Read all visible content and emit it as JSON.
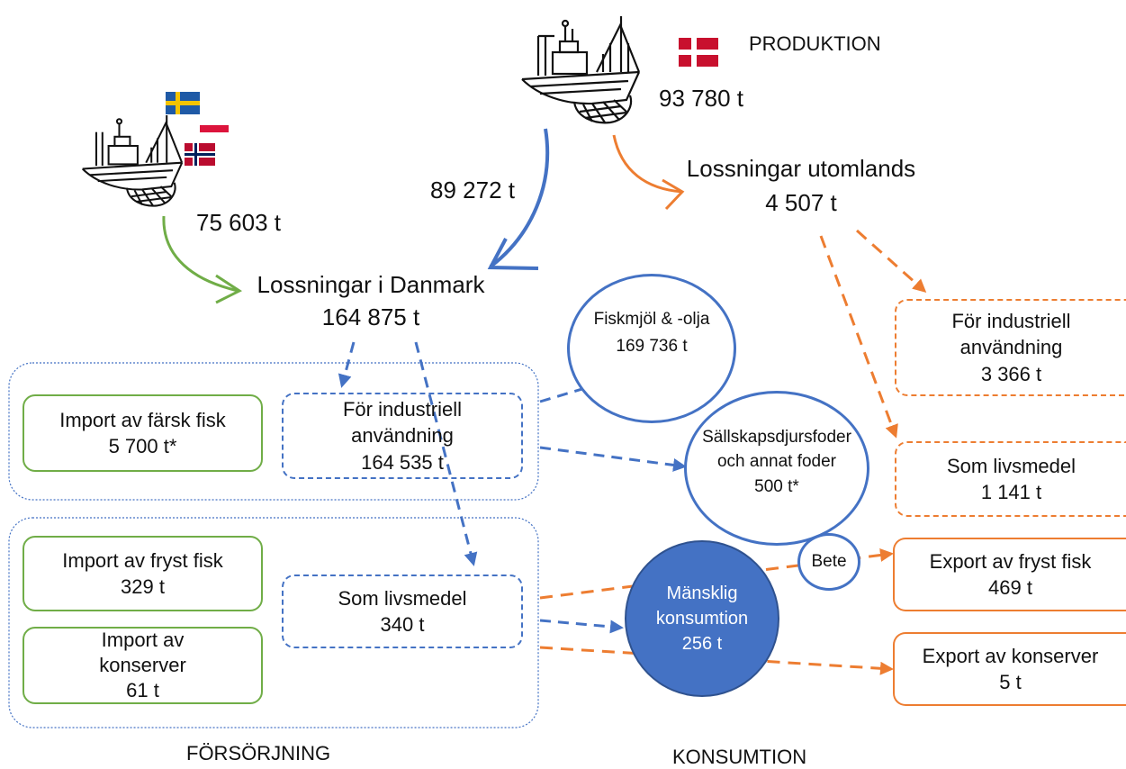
{
  "header": {
    "produktion_label": "PRODUKTION"
  },
  "production": {
    "total": "93 780 t"
  },
  "flows": {
    "foreign_landings": "75 603 t",
    "danish_to_denmark": "89 272 t"
  },
  "landings_abroad": {
    "title": "Lossningar utomlands",
    "value": "4 507 t"
  },
  "landings_denmark": {
    "title": "Lossningar i Danmark",
    "value": "164 875 t"
  },
  "imports": {
    "fresh": {
      "line1": "Import av färsk fisk",
      "line2": "5 700 t*"
    },
    "frozen": {
      "line1": "Import av fryst fisk",
      "line2": "329 t"
    },
    "canned": {
      "line1": "Import av",
      "line2": "konserver",
      "line3": "61 t"
    }
  },
  "uses": {
    "industrial": {
      "line1": "För industriell",
      "line2": "användning",
      "line3": "164 535 t"
    },
    "food": {
      "line1": "Som livsmedel",
      "line2": "340 t"
    }
  },
  "abroad_uses": {
    "industrial": {
      "line1": "För industriell",
      "line2": "användning",
      "line3": "3 366 t"
    },
    "food": {
      "line1": "Som livsmedel",
      "line2": "1 141 t"
    }
  },
  "products": {
    "fishmeal": {
      "line1": "Fiskmjöl & -olja",
      "line2": "169 736 t"
    },
    "petfood": {
      "line1": "Sällskapsdjursfoder",
      "line2": "och annat foder",
      "line3": "500 t*"
    },
    "bait": {
      "label": "Bete"
    },
    "human": {
      "line1": "Mänsklig",
      "line2": "konsumtion",
      "line3": "256 t"
    }
  },
  "exports": {
    "frozen": {
      "line1": "Export  av fryst fisk",
      "line2": "469 t"
    },
    "canned": {
      "line1": "Export  av konserver",
      "line2": "5 t"
    }
  },
  "footer": {
    "supply": "FÖRSÖRJNING",
    "consumption": "KONSUMTION"
  },
  "colors": {
    "blue": "#4472c4",
    "green": "#70ad47",
    "orange": "#ed7d31",
    "dark_blue": "#2f528f"
  },
  "flags": [
    "denmark-flag",
    "sweden-flag",
    "poland-flag",
    "norway-flag"
  ],
  "icons": [
    "fishing-boat-icon",
    "fishing-boat-icon"
  ]
}
